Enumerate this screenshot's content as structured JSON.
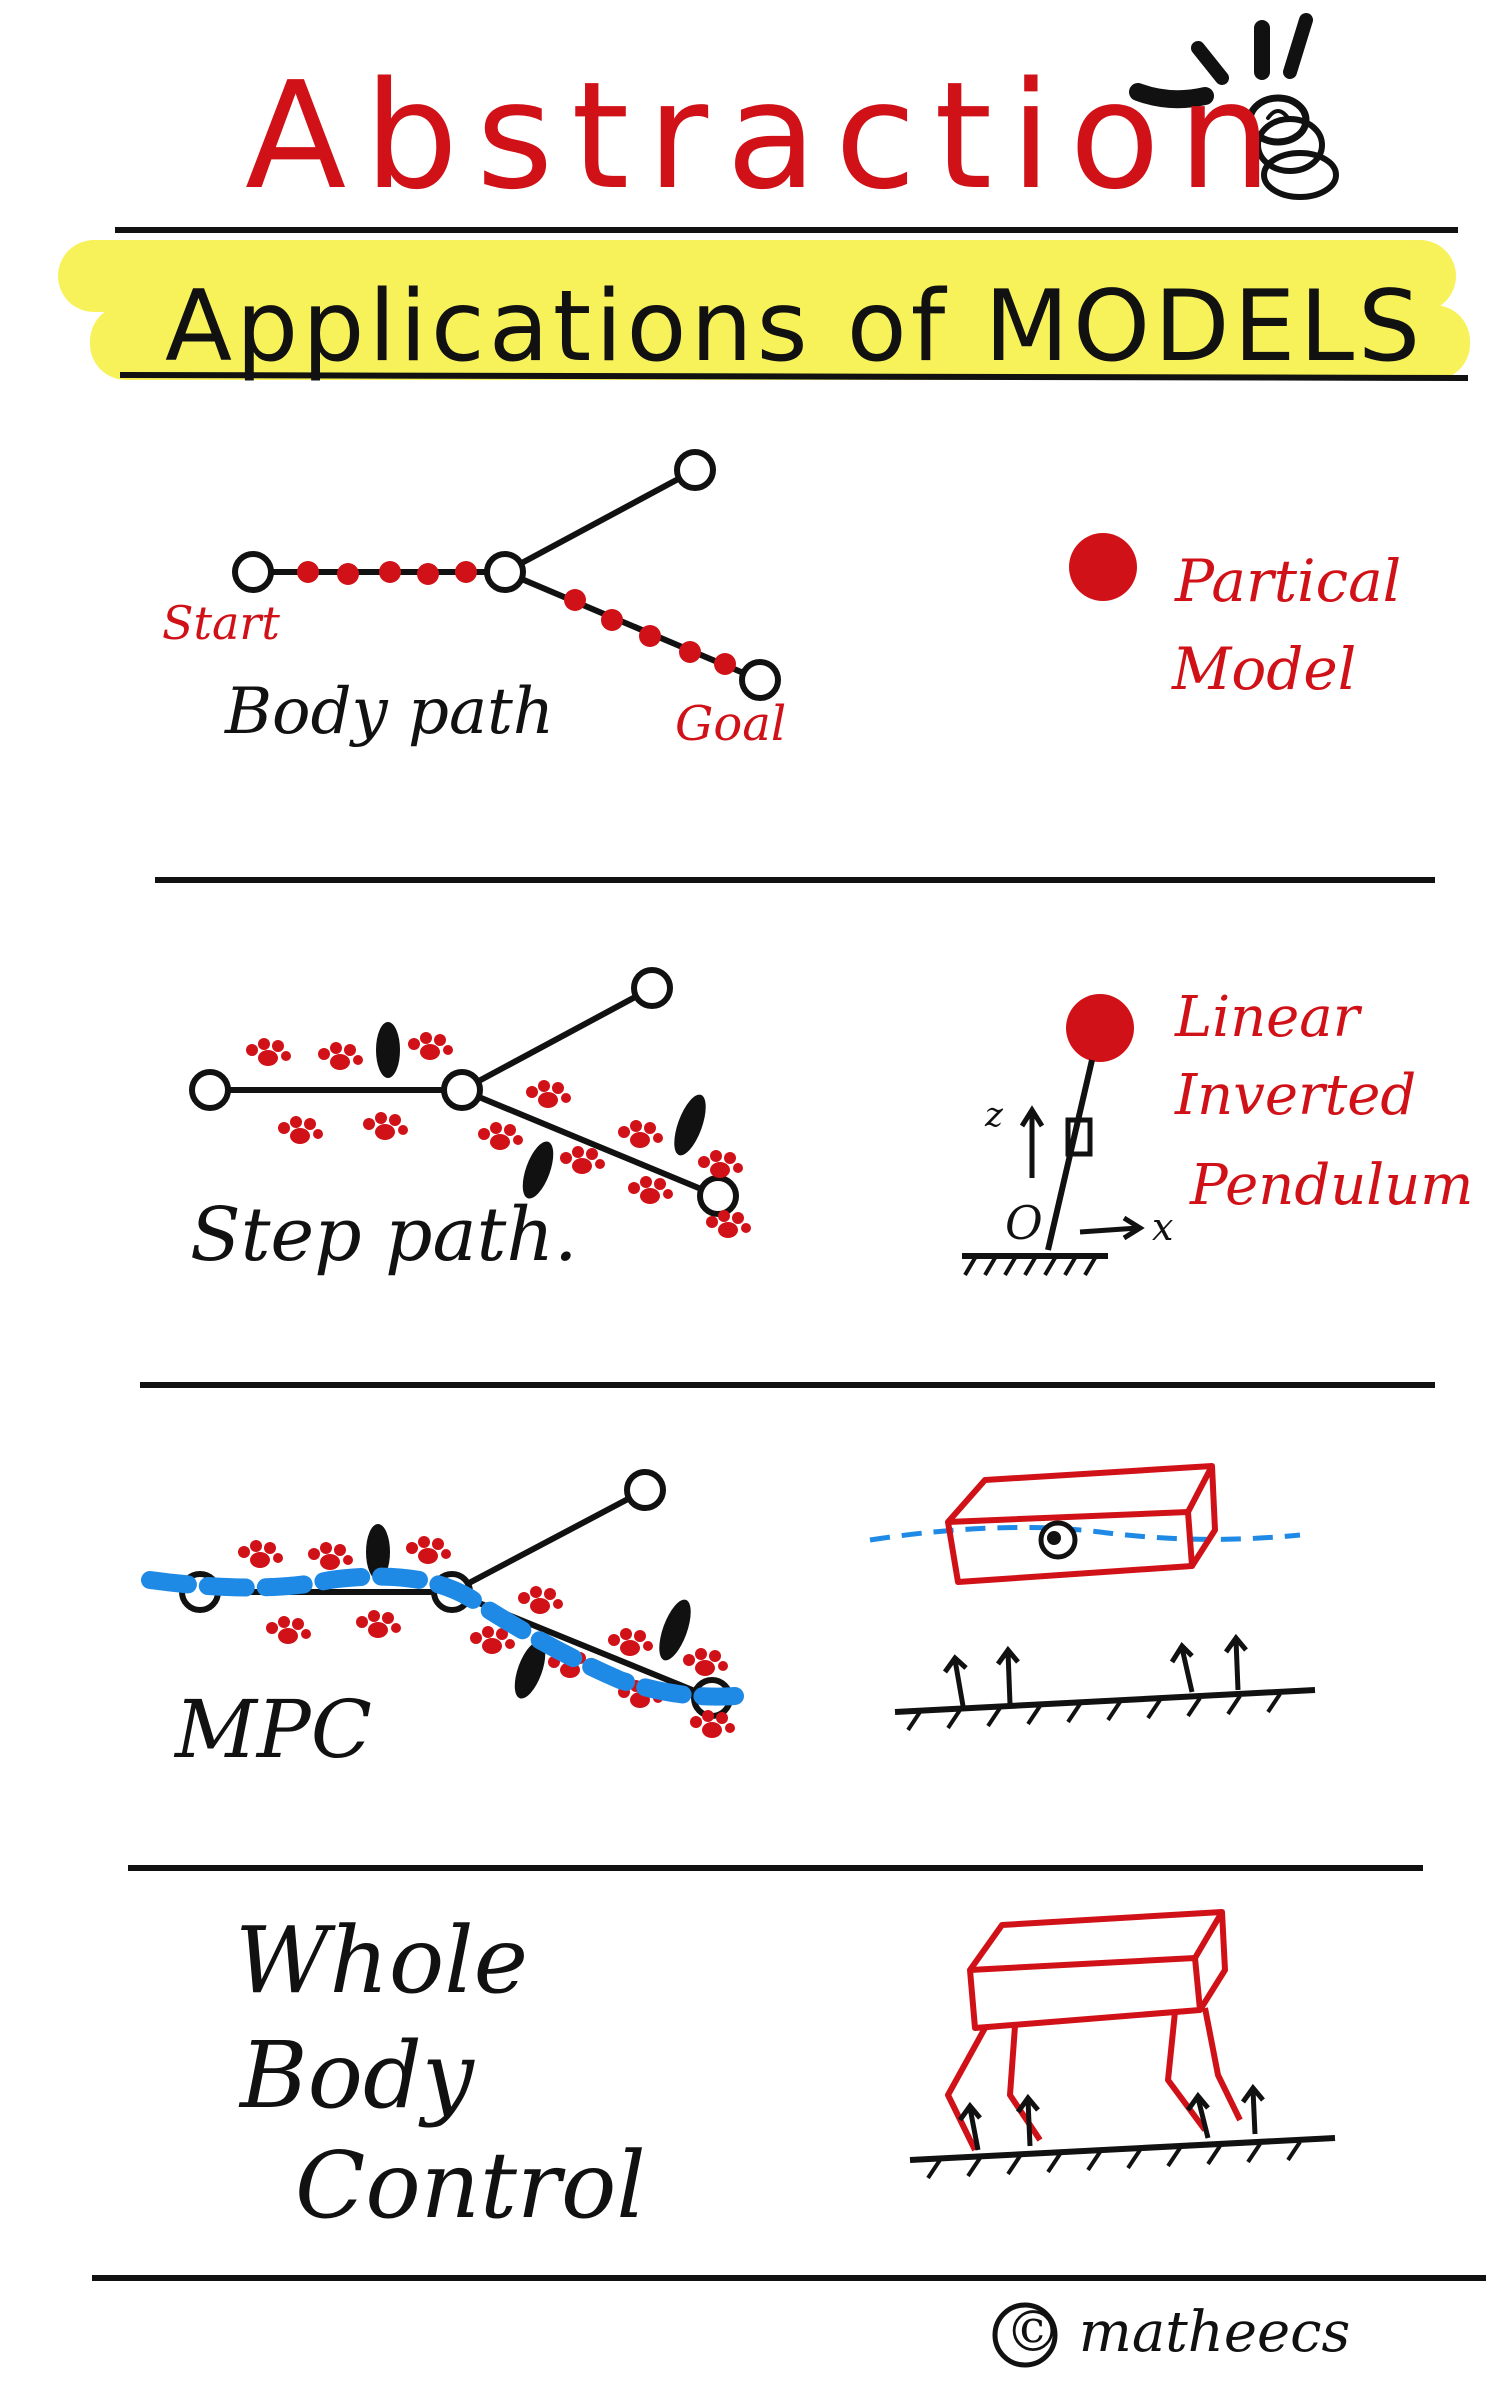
{
  "title": "Abstraction",
  "subtitle": "Applications of MODELS",
  "sections": [
    {
      "left_labels": {
        "start": "Start",
        "path": "Body path",
        "goal": "Goal"
      },
      "model_label_lines": [
        "Partical",
        "Model"
      ]
    },
    {
      "path_label": "Step path.",
      "model_label_lines": [
        "Linear",
        "Inverted",
        "Pendulum"
      ],
      "axis": {
        "z": "z",
        "origin": "O",
        "x": "x"
      }
    },
    {
      "path_label": "MPC"
    },
    {
      "label_lines": [
        "Whole",
        "Body",
        "Control"
      ]
    }
  ],
  "credit": "© matheecs",
  "colors": {
    "red": "#d01218",
    "black": "#111111",
    "blue": "#1f8ae6",
    "yellow": "#f7f25a"
  },
  "icons": [
    "hand-wave-icon",
    "footprint-icon",
    "foot-icon",
    "body-box-icon"
  ]
}
